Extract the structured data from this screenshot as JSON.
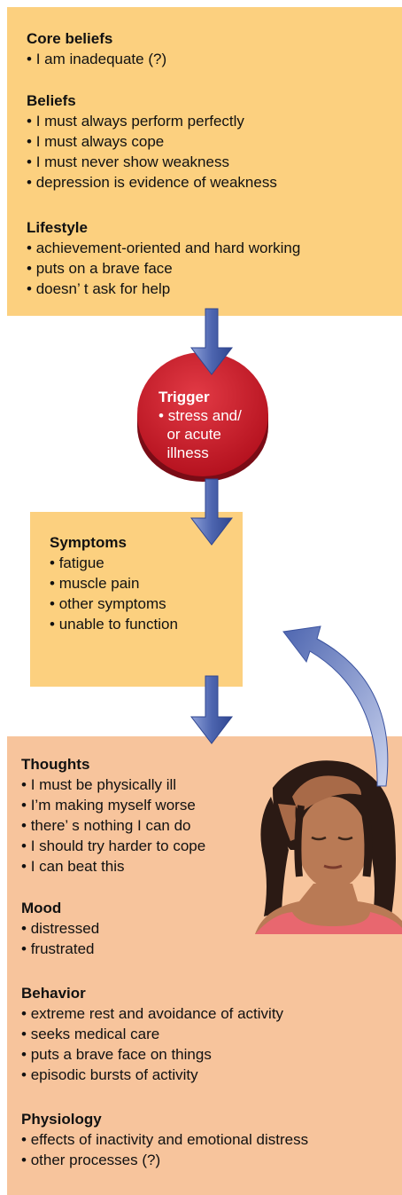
{
  "core_beliefs": {
    "heading": "Core beliefs",
    "items": [
      "I am inadequate (?)"
    ]
  },
  "beliefs": {
    "heading": "Beliefs",
    "items": [
      "I must always perform perfectly",
      "I must always cope",
      "I must never show weakness",
      "depression is evidence of weakness"
    ]
  },
  "lifestyle": {
    "heading": "Lifestyle",
    "items": [
      "achievement-oriented and hard working",
      "puts on a brave face",
      "doesn’ t ask for help"
    ]
  },
  "trigger": {
    "heading": "Trigger",
    "lines": [
      "stress and/",
      "or acute",
      "illness"
    ]
  },
  "symptoms": {
    "heading": "Symptoms",
    "items": [
      "fatigue",
      "muscle pain",
      "other symptoms",
      "unable to function"
    ]
  },
  "thoughts": {
    "heading": "Thoughts",
    "items": [
      "I must be physically ill",
      "I’m making myself worse",
      "there’ s nothing I can do",
      "I should try harder to cope",
      "I can beat this"
    ]
  },
  "mood": {
    "heading": "Mood",
    "items": [
      "distressed",
      "frustrated"
    ]
  },
  "behavior": {
    "heading": "Behavior",
    "items": [
      "extreme rest and avoidance of activity",
      "seeks medical care",
      "puts a brave face on things",
      "episodic bursts of activity"
    ]
  },
  "physiology": {
    "heading": "Physiology",
    "items": [
      "effects of inactivity and emotional distress",
      "other processes (?)"
    ]
  },
  "colors": {
    "top_box": "#fcd07f",
    "middle_box": "#fcd07f",
    "bottom_box": "#f7c49c",
    "trigger_disc": "#c8192c",
    "arrow": "#4e66b0"
  }
}
